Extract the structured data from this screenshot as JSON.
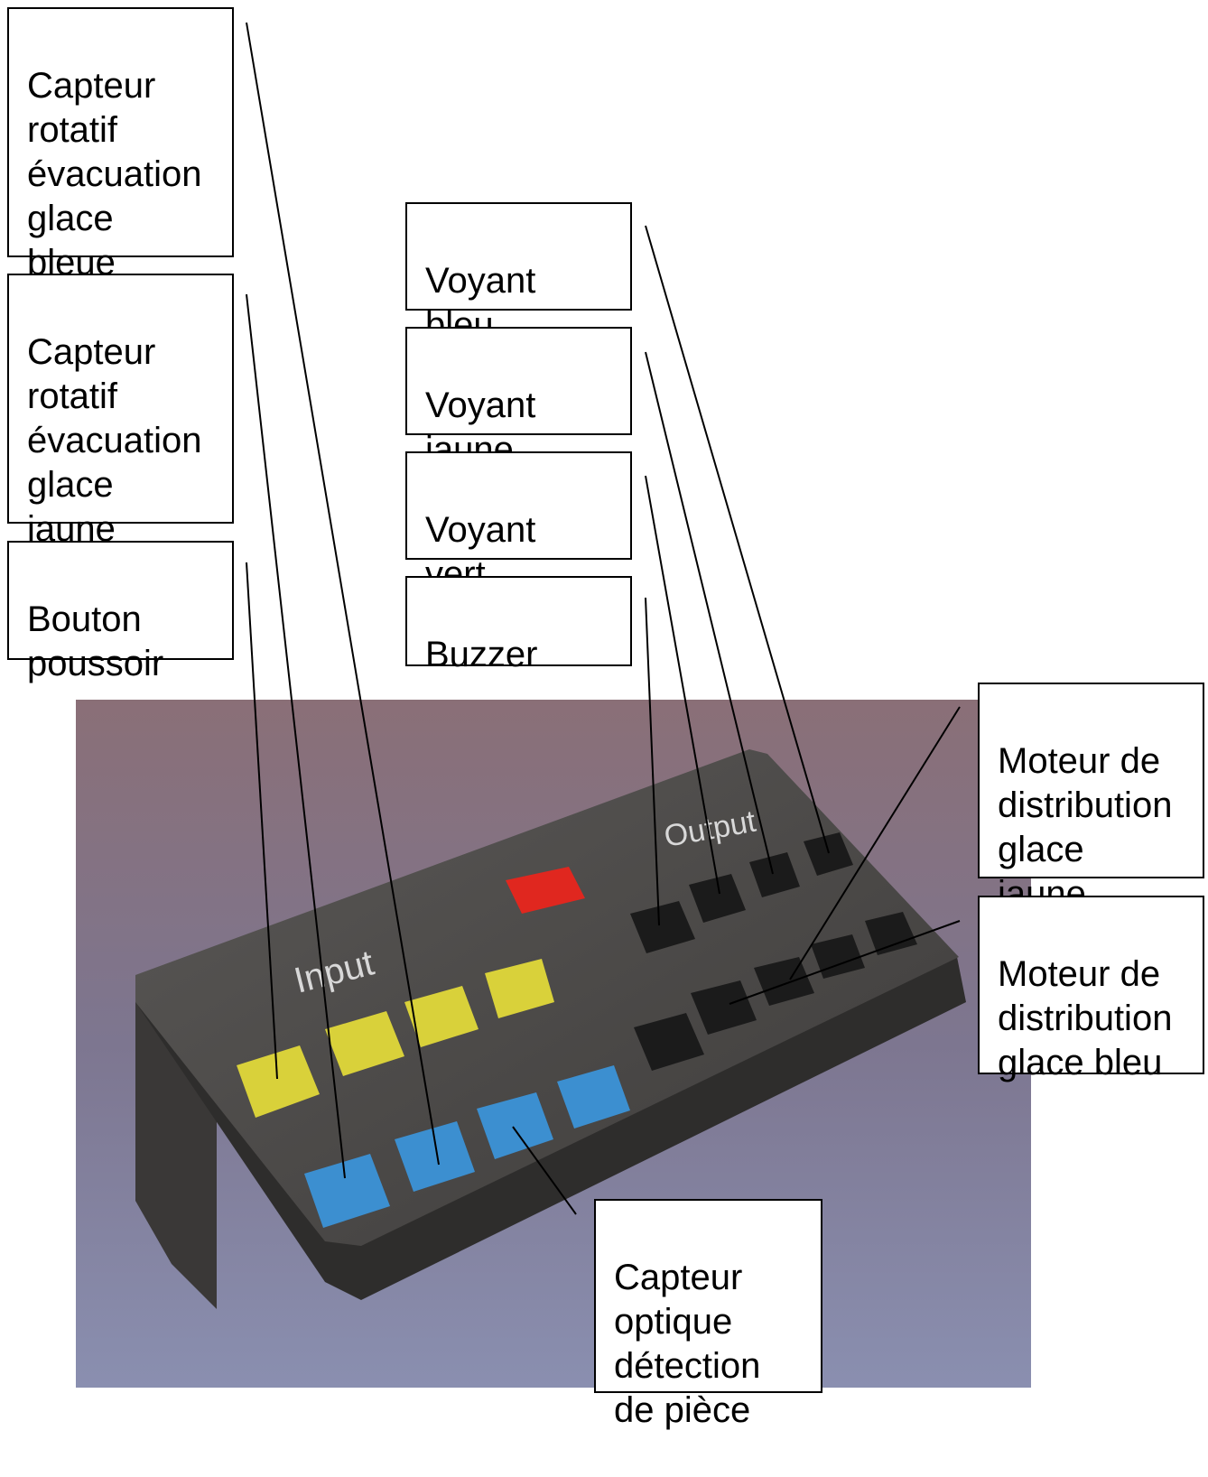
{
  "labels": {
    "capteur_bleue": "Capteur\nrotatif\névacuation\nglace\nbleue",
    "capteur_jaune": "Capteur\nrotatif\névacuation\nglace\njaune",
    "bouton": "Bouton\npoussoir",
    "voyant_bleu": "Voyant\nbleu",
    "voyant_jaune": "Voyant\njaune",
    "voyant_vert": "Voyant\nvert",
    "buzzer": "Buzzer",
    "moteur_jaune": "Moteur  de\ndistribution\nglace\njaune",
    "moteur_bleu": "Moteur  de\ndistribution\nglace bleu",
    "capteur_optique": "Capteur\noptique\ndétection\nde pièce"
  },
  "panel_text": {
    "input": "Input",
    "output": "Output"
  },
  "colors": {
    "background": "#7d6f86",
    "panel": "#4d4b4a",
    "yellow_brick": "#d9d13a",
    "blue_brick": "#3c8fd0",
    "black_key": "#1b1b1b",
    "red_button": "#e0271f"
  }
}
